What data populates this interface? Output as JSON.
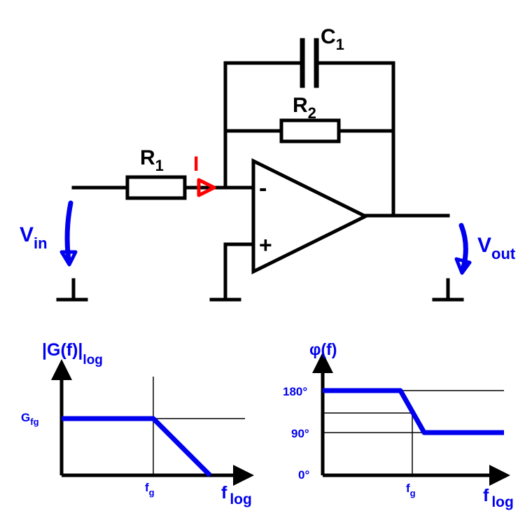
{
  "colors": {
    "wire": "#000000",
    "signal": "#0000ee",
    "current": "#ff0000"
  },
  "circuit": {
    "c1": {
      "letter": "C",
      "sub": "1"
    },
    "r2": {
      "letter": "R",
      "sub": "2"
    },
    "r1": {
      "letter": "R",
      "sub": "1"
    },
    "current": "I",
    "opamp_minus": "-",
    "opamp_plus": "+",
    "vin": {
      "letter": "V",
      "sub": "in"
    },
    "vout": {
      "letter": "V",
      "sub": "out"
    }
  },
  "magnitude_plot": {
    "ylabel": "|G(f)|",
    "ylabel_sub": "log",
    "y_tick": {
      "letter": "G",
      "sub": "fg"
    },
    "x_tick": {
      "letter": "f",
      "sub": "g"
    },
    "xlabel": {
      "letter": "f",
      "sub": "log"
    }
  },
  "phase_plot": {
    "ylabel": "φ(f)",
    "y_ticks": [
      "180°",
      "90°",
      "0°"
    ],
    "x_tick": {
      "letter": "f",
      "sub": "g"
    },
    "xlabel": {
      "letter": "f",
      "sub": "log"
    }
  }
}
